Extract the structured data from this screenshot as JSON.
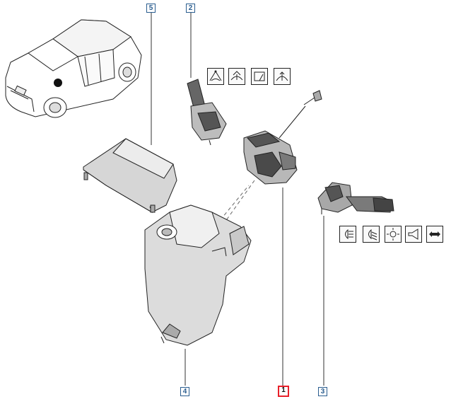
{
  "callouts": {
    "c1": "1",
    "c2": "2",
    "c3": "3",
    "c4": "4",
    "c5": "5"
  },
  "selected_callout": "1",
  "colors": {
    "callout_border": "#2a5d8f",
    "selected_border": "#e8202a",
    "line_art": "#333333",
    "part_shade": "#d6d6d6"
  },
  "wiper_symbols": [
    "wiper-intermittent-icon",
    "wiper-washer-icon",
    "rear-wiper-icon",
    "wiper-speed-icon"
  ],
  "light_symbols": [
    "headlight-main-beam-icon",
    "headlight-dipped-icon",
    "side-light-icon",
    "horn-icon",
    "direction-indicator-icon"
  ]
}
